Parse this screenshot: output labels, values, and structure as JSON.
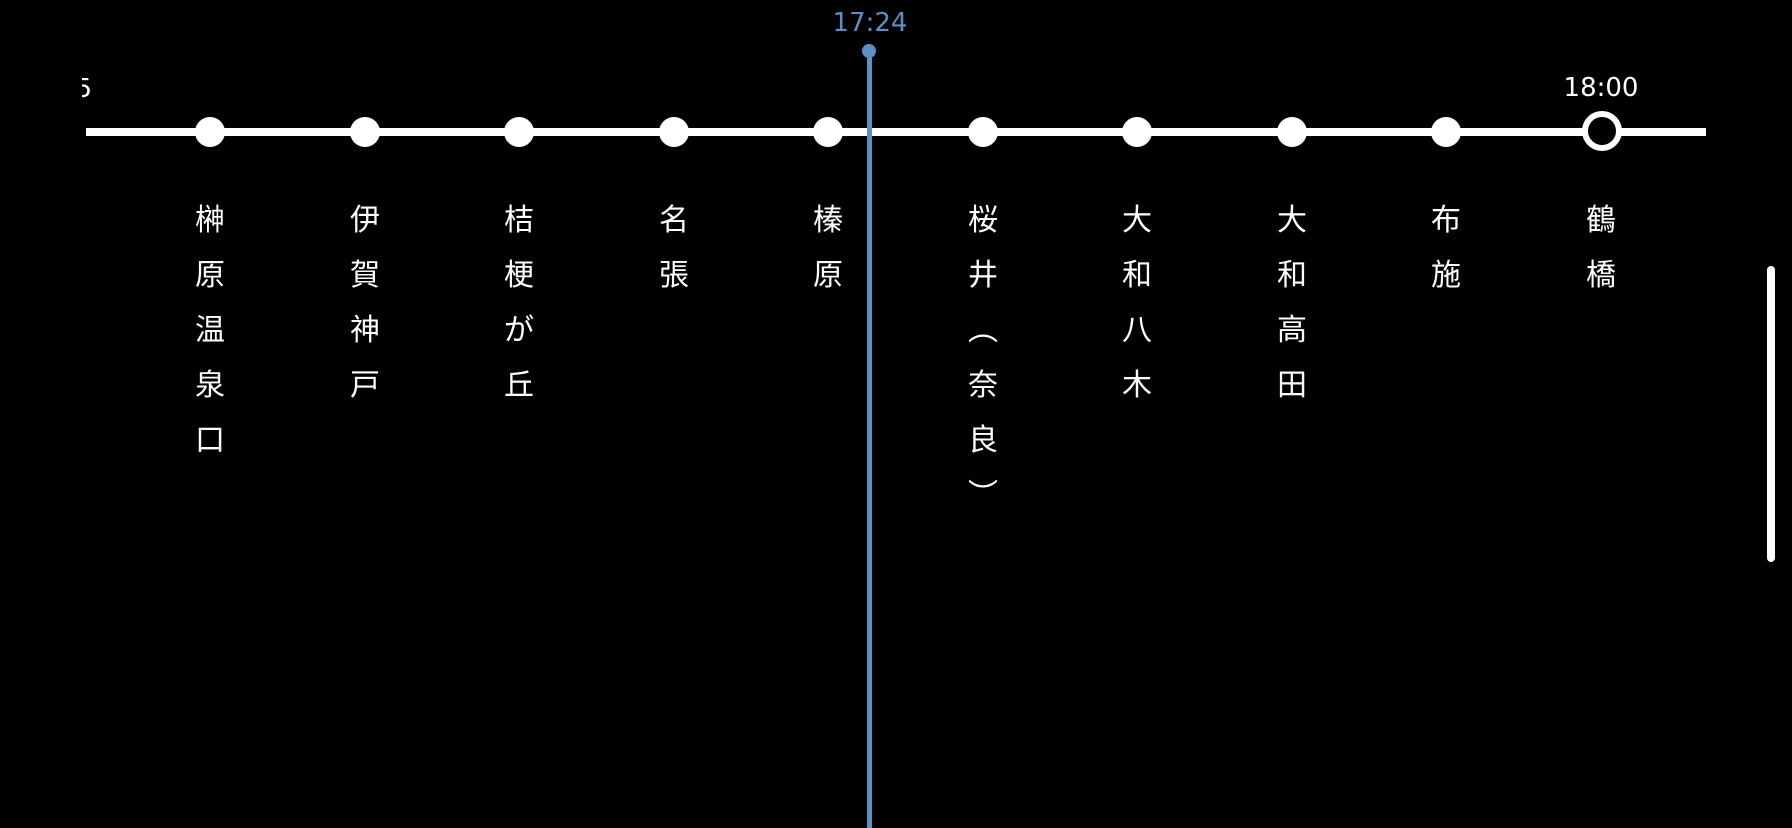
{
  "timeline": {
    "edge_time_partial": "5",
    "current_time": "17:24",
    "stations": [
      {
        "name": "榊原温泉口",
        "time": ""
      },
      {
        "name": "伊賀神戸",
        "time": ""
      },
      {
        "name": "桔梗が丘",
        "time": ""
      },
      {
        "name": "名張",
        "time": ""
      },
      {
        "name": "榛原",
        "time": ""
      },
      {
        "name": "桜井（奈良）",
        "time": ""
      },
      {
        "name": "大和八木",
        "time": ""
      },
      {
        "name": "大和高田",
        "time": ""
      },
      {
        "name": "布施",
        "time": ""
      },
      {
        "name": "鶴橋",
        "time": "18:00"
      }
    ]
  },
  "colors": {
    "background": "#000000",
    "track": "#ffffff",
    "current_time_marker": "#5b8fc6"
  },
  "icons": {
    "station_stop": "filled-circle",
    "destination_stop": "hollow-circle",
    "scroll_bar": "vertical-scroll-indicator"
  }
}
